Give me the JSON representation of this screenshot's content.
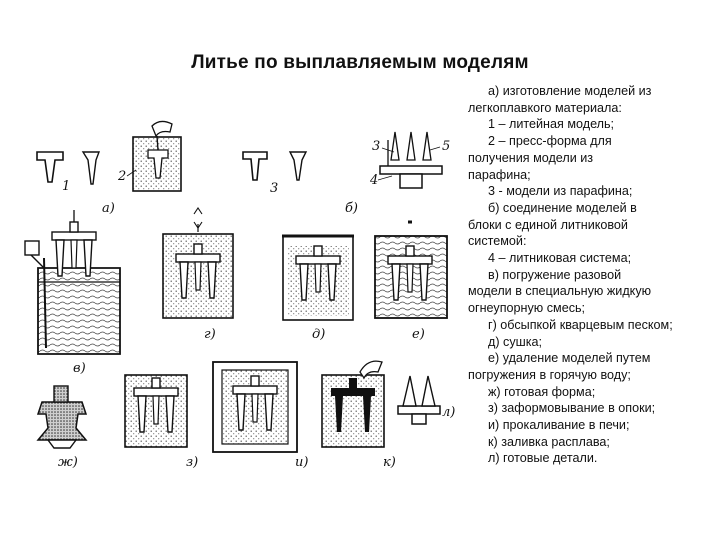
{
  "title": "Литье по выплавляемым моделям",
  "legend_lines": [
    {
      "text": "а) изготовление моделей из",
      "indent": true
    },
    {
      "text": "легкоплавкого материала:",
      "indent": false
    },
    {
      "text": "1 – литейная модель;",
      "indent": true
    },
    {
      "text": "2 – пресс-форма для",
      "indent": true
    },
    {
      "text": "получения    модели из",
      "indent": false
    },
    {
      "text": "парафина;",
      "indent": false
    },
    {
      "text": "3 - модели из парафина;",
      "indent": true
    },
    {
      "text": "б) соединение моделей в",
      "indent": true
    },
    {
      "text": "блоки с единой литниковой",
      "indent": false
    },
    {
      "text": "системой:",
      "indent": false
    },
    {
      "text": "4 – литниковая система;",
      "indent": true
    },
    {
      "text": "в) погружение разовой",
      "indent": true
    },
    {
      "text": "модели в специальную жидкую",
      "indent": false
    },
    {
      "text": "огнеупорную смесь;",
      "indent": false
    },
    {
      "text": "г) обсыпкой кварцевым песком;",
      "indent": true
    },
    {
      "text": "д) сушка;",
      "indent": true
    },
    {
      "text": "е) удаление моделей путем",
      "indent": true
    },
    {
      "text": "погружения в горячую воду;",
      "indent": false
    },
    {
      "text": "ж) готовая форма;",
      "indent": true
    },
    {
      "text": "з) заформовывание в опоки;",
      "indent": true
    },
    {
      "text": "и) прокаливание в печи;",
      "indent": true
    },
    {
      "text": "к) заливка расплава;",
      "indent": true
    },
    {
      "text": "л) готовые детали.",
      "indent": true
    }
  ],
  "figure_labels": {
    "a": "а)",
    "b": "б)",
    "v": "в)",
    "g": "г)",
    "d": "д)",
    "e": "е)",
    "zh": "ж)",
    "z": "з)",
    "i": "и)",
    "k": "к)",
    "l": "л)",
    "n1": "1",
    "n2": "2",
    "n3": "3",
    "n3b": "3",
    "n4": "4",
    "n5": "5"
  }
}
